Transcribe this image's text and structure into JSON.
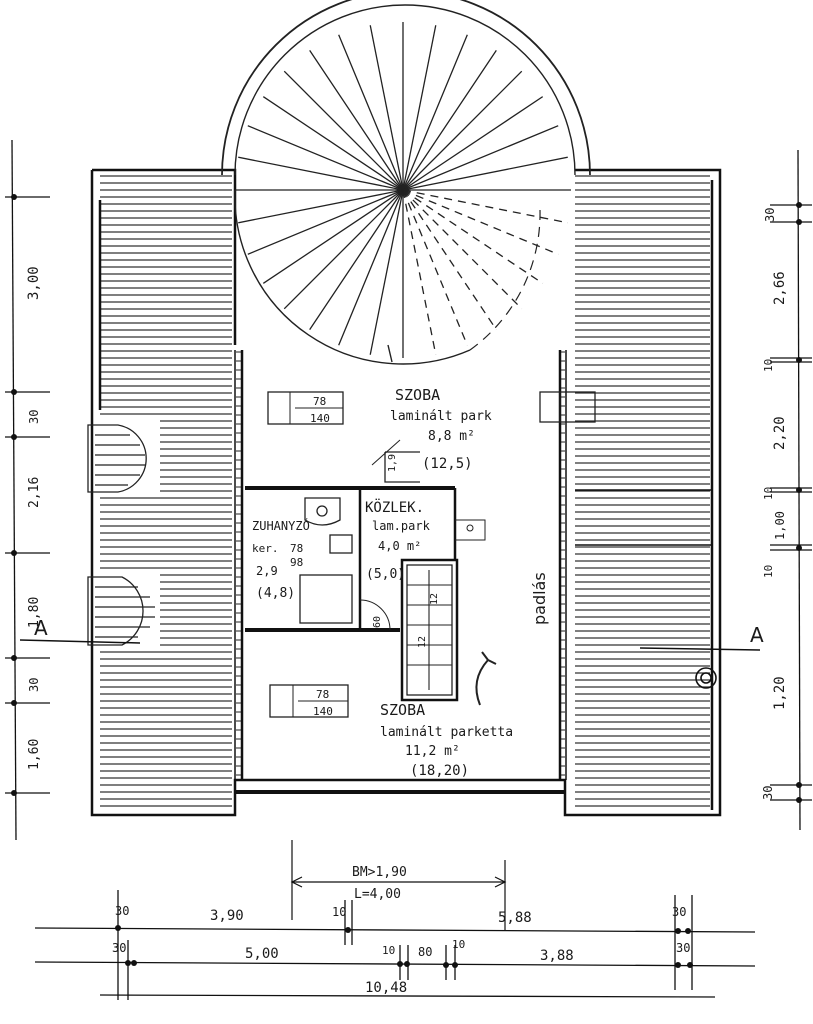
{
  "rooms": {
    "upper": {
      "name": "SZOBA",
      "floor": "laminált park",
      "area": "8,8 m²",
      "bracket": "(12,5)"
    },
    "hall": {
      "name": "KÖZLEK.",
      "floor": "lam.park",
      "area": "4,0 m²",
      "bracket": "(5,0)"
    },
    "bath": {
      "name": "ZUHANYZÓ",
      "area": "2,9",
      "bracket": "(4,8)",
      "floor": "ker."
    },
    "lower": {
      "name": "SZOBA",
      "floor": "laminált parketta",
      "area": "11,2 m²",
      "bracket": "(18,20)"
    }
  },
  "windows": [
    {
      "top": "78",
      "bottom": "140"
    },
    {
      "top": "78",
      "bottom": "140"
    }
  ],
  "bath_window": {
    "top": "78",
    "bottom": "98"
  },
  "stair_marks": [
    "12",
    "12"
  ],
  "small_door": {
    "top": "1,9",
    "bottom": "60"
  },
  "loft_label": "padlás",
  "section_left": "A",
  "section_right": "A",
  "left_dims": [
    "3,00",
    "30",
    "2,16",
    "1,80",
    "30",
    "1,60"
  ],
  "right_dims": [
    "30",
    "2,66",
    "10",
    "2,20",
    "10",
    "1,00",
    "10",
    "1,20",
    "30"
  ],
  "height_note": {
    "line1": "BM>1,90",
    "line2": "L=4,00"
  },
  "bottom_row1": [
    "30",
    "3,90",
    "10",
    "5,88",
    "30"
  ],
  "bottom_row2": [
    "30",
    "5,00",
    "10",
    "80",
    "10",
    "3,88",
    "30"
  ],
  "total": "10,48"
}
